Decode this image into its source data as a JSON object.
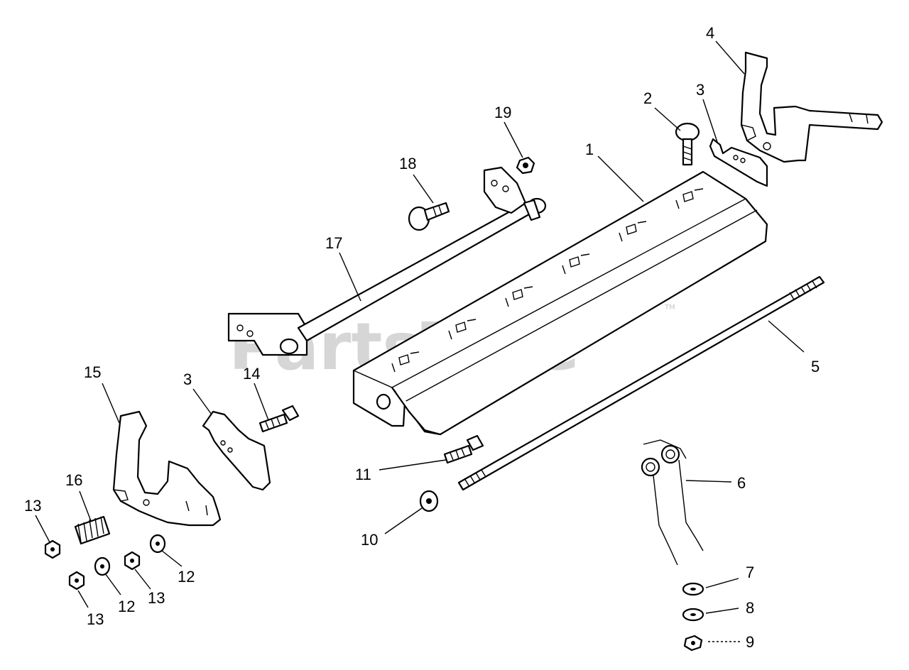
{
  "watermark": {
    "text": "PartsTree",
    "trademark": "TM"
  },
  "callouts": {
    "c1": "1",
    "c2": "2",
    "c3a": "3",
    "c3b": "3",
    "c4": "4",
    "c5": "5",
    "c6": "6",
    "c7": "7",
    "c8": "8",
    "c9": "9",
    "c10": "10",
    "c11": "11",
    "c12a": "12",
    "c12b": "12",
    "c13a": "13",
    "c13b": "13",
    "c13c": "13",
    "c14": "14",
    "c15": "15",
    "c16": "16",
    "c17": "17",
    "c18": "18",
    "c19": "19"
  }
}
